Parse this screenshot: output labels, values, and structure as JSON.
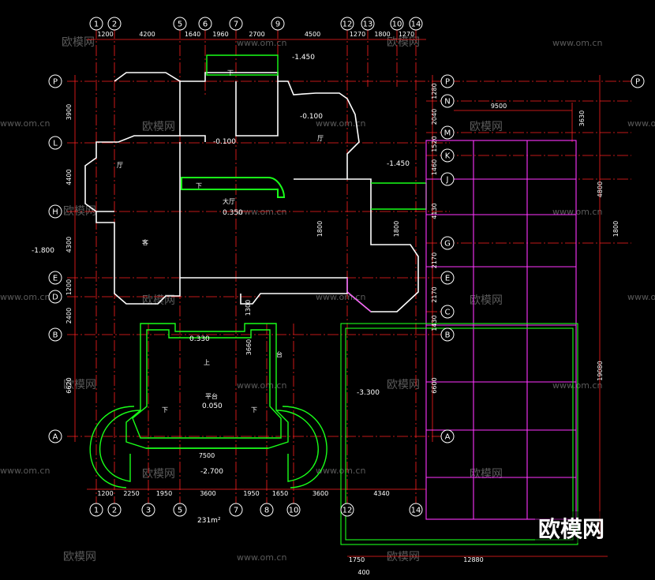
{
  "colors": {
    "background": "#000000",
    "axis": "#ff2020",
    "wall": "#ffffff",
    "green": "#19ff19",
    "magenta": "#ff33ff",
    "yellow": "#ffff33",
    "cyan": "#33ffff",
    "dim_text": "#ffffff",
    "watermark": "#6b6b6b"
  },
  "top_axes": [
    "1",
    "2",
    "5",
    "6",
    "7",
    "9",
    "12",
    "13",
    "10",
    "14"
  ],
  "top_dims": [
    "1200",
    "4200",
    "1640",
    "1960",
    "2700",
    "4500",
    "1270",
    "1800",
    "1270"
  ],
  "bottom_axes": [
    "1",
    "2",
    "3",
    "5",
    "7",
    "8",
    "10",
    "12",
    "14"
  ],
  "bottom_dims": [
    "1200",
    "2250",
    "1950",
    "3600",
    "1950",
    "1650",
    "3600",
    "4340"
  ],
  "left_axes": [
    "P",
    "L",
    "H",
    "E",
    "D",
    "B",
    "A"
  ],
  "left_dims": [
    "3900",
    "4400",
    "4300",
    "1200",
    "2400",
    "6620"
  ],
  "mid_axes": [
    "P",
    "N",
    "M",
    "K",
    "J",
    "G",
    "E",
    "C",
    "B",
    "A"
  ],
  "mid_dims": [
    "1280",
    "2040",
    "1520",
    "1460",
    "4130",
    "2170",
    "2170",
    "1430",
    "6600"
  ],
  "right_axis": "P",
  "right_dims": [
    "9500",
    "3630",
    "4800",
    "1800",
    "19080"
  ],
  "extra_dims": [
    "1800",
    "1800",
    "1300",
    "1750",
    "12880",
    "400",
    "7500",
    "3660"
  ],
  "levels": [
    "-1.450",
    "-0.100",
    "-0.100",
    "-1.450",
    "0.350",
    "-1.800",
    "0.330",
    "0.050",
    "-2.700",
    "-3.300"
  ],
  "room_labels": [
    "大厅",
    "厅",
    "厅",
    "平台",
    "台",
    "上",
    "下",
    "下",
    "下",
    "下",
    "客"
  ],
  "area_label": "231m²",
  "watermark_text": "欧模网",
  "watermark_url": "www.om.cn",
  "logo_text": "欧模网"
}
